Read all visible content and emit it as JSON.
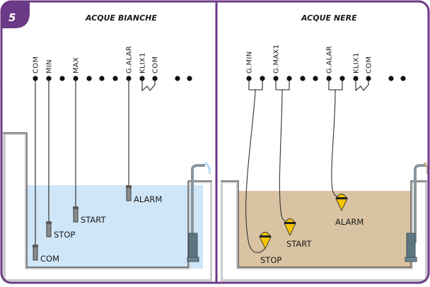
{
  "badge": "5",
  "colors": {
    "frame": "#6b3a86",
    "clean_water": "#cfe6f8",
    "black_water": "#d9c3a2",
    "tank_wall": "#cbcbcd",
    "float_yellow": "#f5c400"
  },
  "left_panel": {
    "title": "ACQUE BIANCHE",
    "terminals": [
      "COM",
      "MIN",
      "MAX",
      "G.ALAR",
      "KLIX1",
      "COM"
    ],
    "probes": [
      {
        "label": "COM"
      },
      {
        "label": "STOP"
      },
      {
        "label": "START"
      },
      {
        "label": "ALARM"
      }
    ]
  },
  "right_panel": {
    "title": "ACQUE NERE",
    "terminals": [
      "G.MIN",
      "G.MAX1",
      "G.ALAR",
      "KLIX1",
      "COM"
    ],
    "floats": [
      {
        "label": "STOP"
      },
      {
        "label": "START"
      },
      {
        "label": "ALARM"
      }
    ]
  }
}
